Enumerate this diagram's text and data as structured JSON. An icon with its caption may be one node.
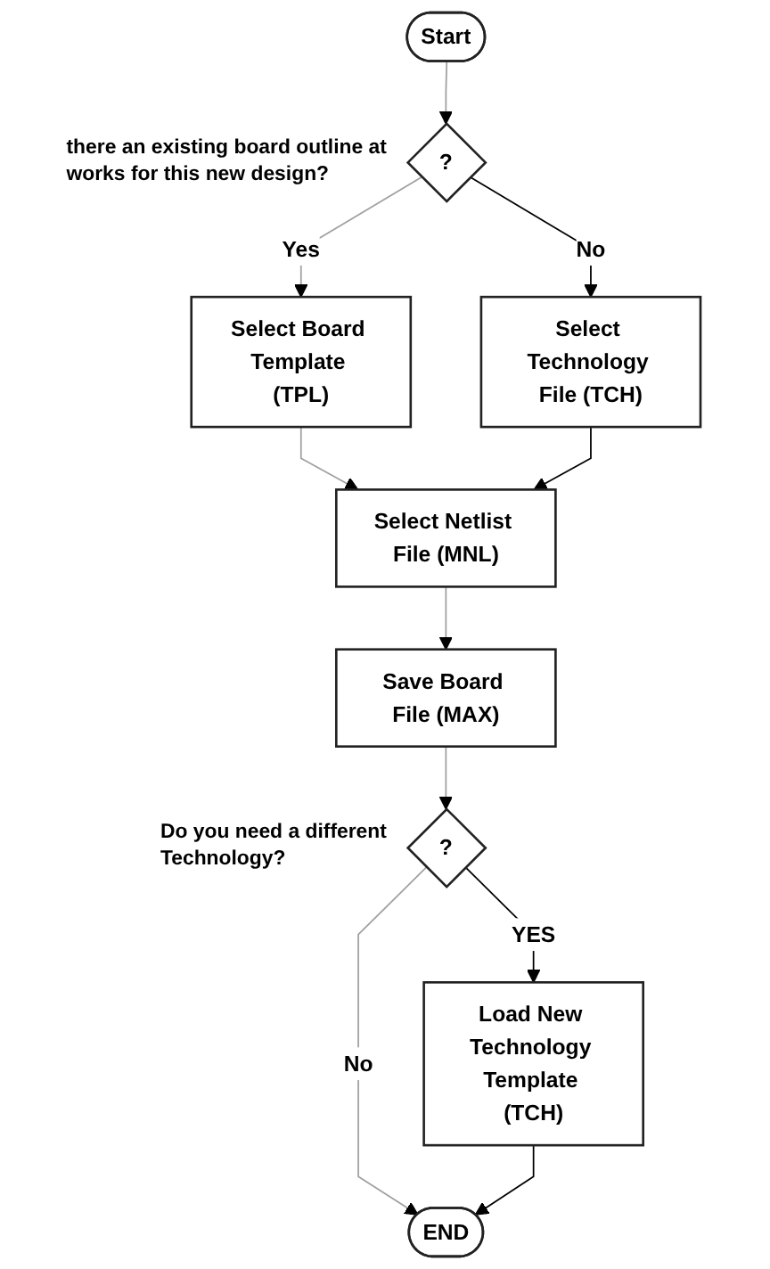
{
  "diagram": {
    "nodes": [
      {
        "text": [
          "Start"
        ]
      },
      {
        "text": [
          "?"
        ],
        "beside": [
          "there an existing board outline at works for this new design?"
        ]
      },
      {
        "text": [
          "Select Board Template (TPL)"
        ]
      },
      {
        "text": [
          "Select Technology File (TCH)"
        ]
      },
      {
        "text": [
          "Select Netlist File (MNL)"
        ]
      },
      {
        "text": [
          "Save Board File (MAX)"
        ]
      },
      {
        "text": [
          "?"
        ],
        "beside": [
          "Do you need a different Technology?"
        ]
      },
      {
        "text": [
          "Load New Technology Template (TCH)"
        ]
      },
      {
        "text": [
          "END"
        ]
      }
    ],
    "edges": [
      {
        "from": 0,
        "to": 1,
        "arrow": "to"
      },
      {
        "from": 1,
        "to": 2,
        "arrow": "to",
        "label": "Yes"
      },
      {
        "from": 1,
        "to": 3,
        "arrow": "to",
        "label": "No",
        "color": "#000000"
      },
      {
        "from": 2,
        "to": 4,
        "arrow": "to"
      },
      {
        "from": 3,
        "to": 4,
        "arrow": "to",
        "color": "#000000"
      },
      {
        "from": 4,
        "to": 5,
        "arrow": "to"
      },
      {
        "from": 5,
        "to": 6,
        "arrow": "to"
      },
      {
        "from": 6,
        "to": 7,
        "arrow": "to",
        "label": "YES",
        "color": "#000000"
      },
      {
        "from": 6,
        "to": 8,
        "arrow": "to",
        "label": "No"
      },
      {
        "from": 7,
        "to": 8,
        "arrow": "to",
        "color": "#000000"
      }
    ]
  }
}
